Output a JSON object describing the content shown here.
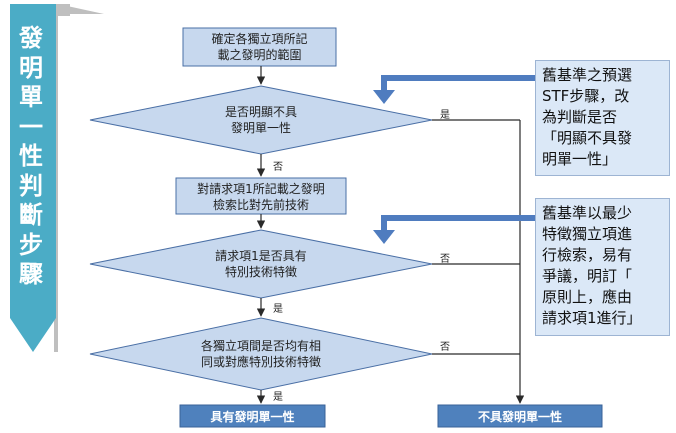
{
  "side_title": "發\n明\n單\n一\n性\n判\n斷\n步\n驟",
  "steps": {
    "define_scope": "確定各獨立項所記\n載之發明的範圍",
    "obvious_lack": "是否明顯不具\n發明單一性",
    "search_claim1": "對請求項1所記載之發明\n檢索比對先前技術",
    "claim1_special": "請求項1是否具有\n特別技術特徵",
    "same_corresponding": "各獨立項間是否均有相\n同或對應特別技術特徵"
  },
  "outcomes": {
    "has_unity": "具有發明單一性",
    "no_unity": "不具發明單一性"
  },
  "branch_labels": {
    "yes": "是",
    "no": "否"
  },
  "notes": {
    "note1": "舊基準之預選\nSTF步驟，改\n為判斷是否\n「明顯不具發\n明單一性」",
    "note2": "舊基準以最少\n特徵獨立項進\n行檢索，易有\n爭議，明訂「\n原則上，應由\n請求項1進行」"
  },
  "colors": {
    "title_bar": "#4bacc6",
    "process_fill": "#c7d8ee",
    "process_stroke": "#4a6fa5",
    "result_fill": "#4f81bd",
    "callout_arrow": "#4f7cbf",
    "note_fill": "#dbe8f7"
  }
}
